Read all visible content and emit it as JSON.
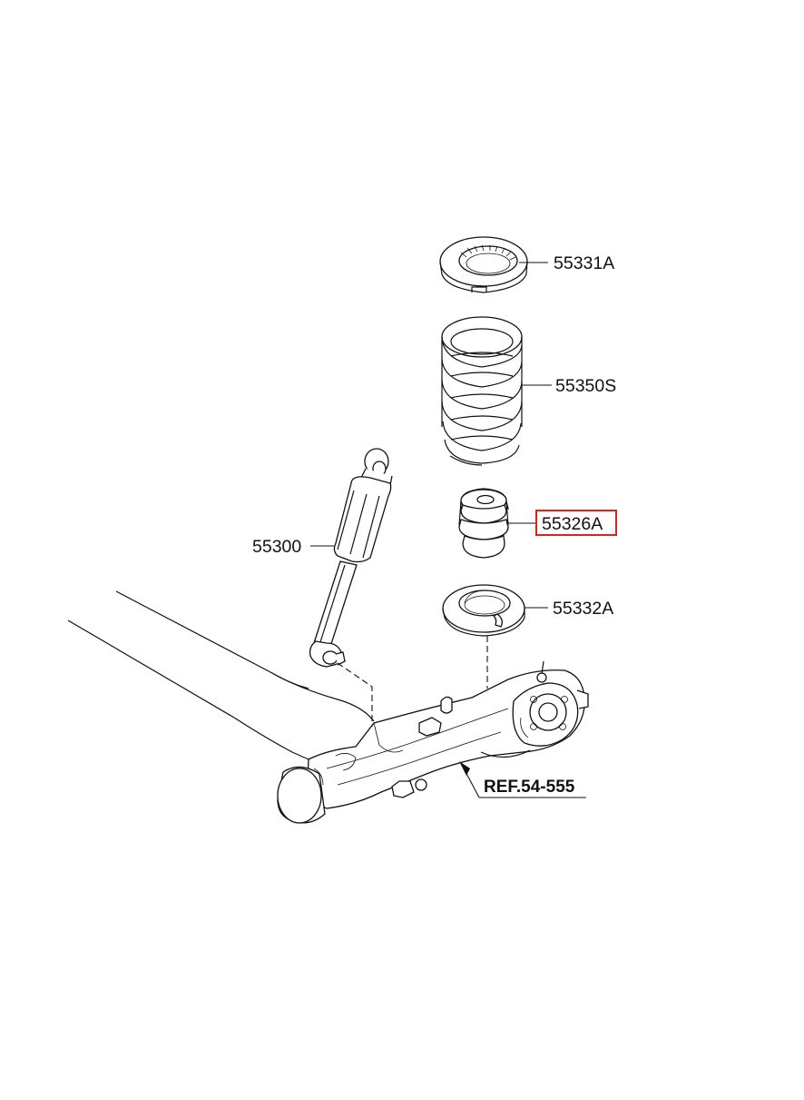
{
  "parts": [
    {
      "id": "upper-spring-pad",
      "label": "55331A",
      "highlighted": false
    },
    {
      "id": "coil-spring",
      "label": "55350S",
      "highlighted": false
    },
    {
      "id": "bump-stopper",
      "label": "55326A",
      "highlighted": true
    },
    {
      "id": "shock-absorber",
      "label": "55300",
      "highlighted": false
    },
    {
      "id": "lower-spring-pad",
      "label": "55332A",
      "highlighted": false
    }
  ],
  "reference": {
    "label": "REF.54-555"
  },
  "colors": {
    "line": "#111111",
    "background": "#ffffff",
    "highlight": "#e02020"
  }
}
